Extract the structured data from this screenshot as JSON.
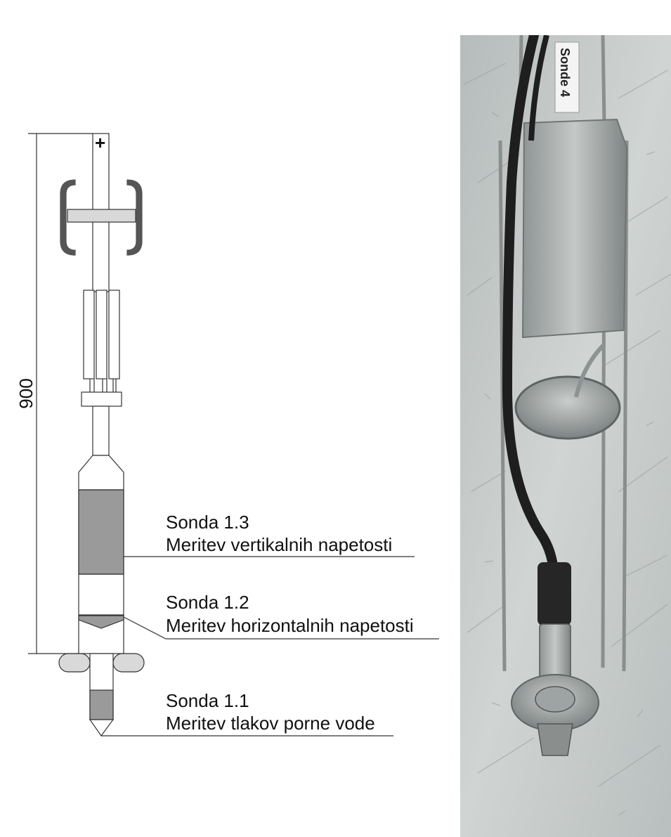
{
  "dimension": {
    "value": "900"
  },
  "top_marker": "+",
  "probes": [
    {
      "title": "Sonda 1.3",
      "description": "Meritev vertikalnih napetosti"
    },
    {
      "title": "Sonda 1.2",
      "description": "Meritev horizontalnih napetosti"
    },
    {
      "title": "Sonda 1.1",
      "description": "Meritev tlakov porne vode"
    }
  ],
  "photo": {
    "tag_label": "Sonde 4"
  },
  "colors": {
    "line": "#333333",
    "dark_fill": "#9a9a9a",
    "light_fill": "#d9d9d9",
    "bracket": "#555555",
    "photo_bg": "#c7cccb"
  }
}
